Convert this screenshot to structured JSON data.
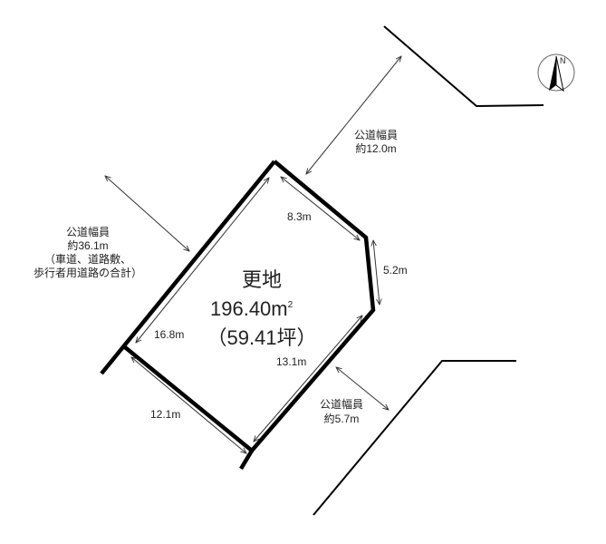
{
  "compass": {
    "north_label": "N",
    "icon": "north-arrow-icon"
  },
  "lot": {
    "title": "更地",
    "area_sqm": "196.40",
    "area_unit": "m",
    "area_unit_sup": "2",
    "area_tsubo": "（59.41坪）"
  },
  "dimensions": {
    "top": "8.3m",
    "right": "5.2m",
    "left": "16.8m",
    "bottom_right": "13.1m",
    "bottom_left": "12.1m"
  },
  "roads": {
    "northeast": {
      "line1": "公道幅員",
      "line2": "約12.0m"
    },
    "west": {
      "line1": "公道幅員",
      "line2": "約36.1m",
      "line3": "（車道、道路敷、",
      "line4": "歩行者用道路の合計）"
    },
    "southeast": {
      "line1": "公道幅員",
      "line2": "約5.7m"
    }
  },
  "colors": {
    "line": "#000000",
    "text": "#222222",
    "dim_line": "#333333"
  }
}
